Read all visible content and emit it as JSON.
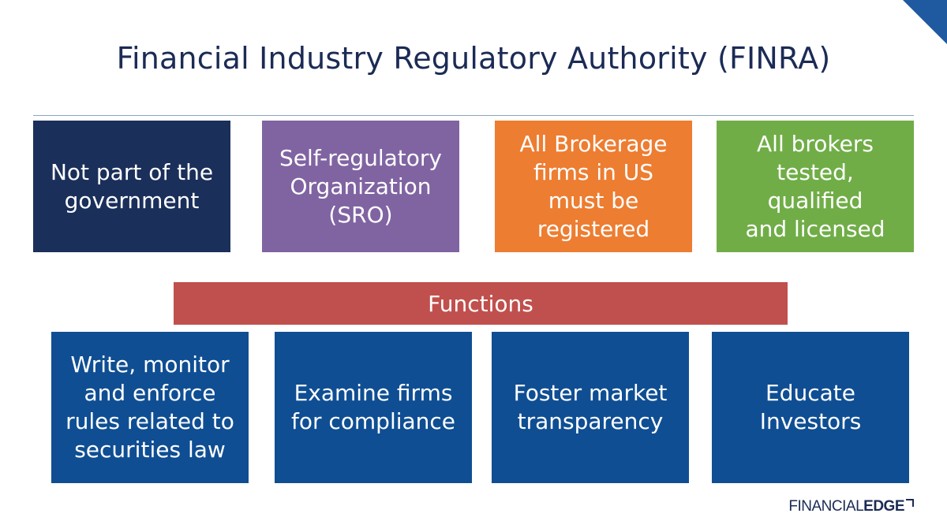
{
  "title": "Financial Industry Regulatory Authority (FINRA)",
  "top_boxes": [
    {
      "text": "Not part of the\ngovernment",
      "color": "#1a2f5a"
    },
    {
      "text": "Self-regulatory\nOrganization\n(SRO)",
      "color": "#8064a2"
    },
    {
      "text": "All Brokerage\nfirms in US\nmust be\nregistered",
      "color": "#ed7d31"
    },
    {
      "text": "All brokers\ntested, qualified\nand licensed",
      "color": "#70ad47"
    }
  ],
  "functions_label": "Functions",
  "functions_color": "#c0504d",
  "bottom_boxes": [
    {
      "text": "Write, monitor\nand enforce\nrules related to\nsecurities law"
    },
    {
      "text": "Examine firms\nfor compliance"
    },
    {
      "text": "Foster market\ntransparency"
    },
    {
      "text": "Educate\nInvestors"
    }
  ],
  "bottom_color": "#0f4e93",
  "logo": {
    "light": "FINANCIAL",
    "bold": "EDGE"
  },
  "accent_corner_color": "#1f5aa0"
}
